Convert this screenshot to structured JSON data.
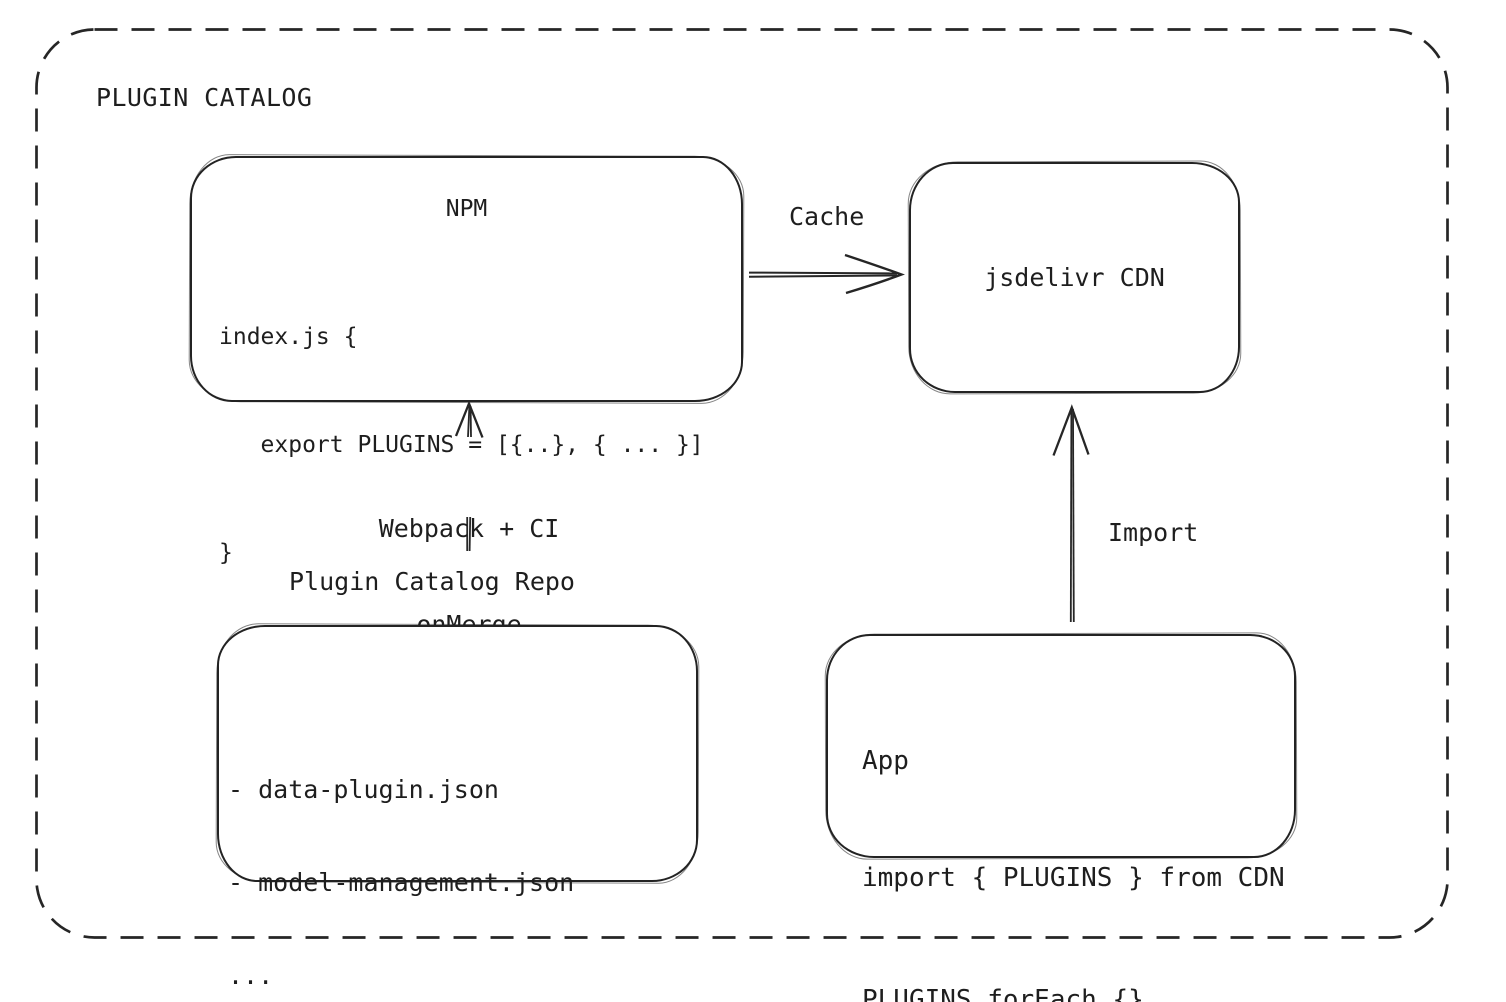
{
  "diagram": {
    "title": "PLUGIN CATALOG"
  },
  "nodes": {
    "npm": {
      "title": "NPM",
      "code_lines": [
        "index.js {",
        "   export PLUGINS = [{..}, { ... }]",
        "}"
      ]
    },
    "cdn": {
      "label": "jsdelivr CDN"
    },
    "repo": {
      "heading": "Plugin Catalog Repo",
      "files": [
        "- data-plugin.json",
        "- model-management.json",
        "..."
      ]
    },
    "app": {
      "title": "App",
      "code_lines": [
        "import { PLUGINS } from CDN",
        "PLUGINS.forEach {}"
      ]
    }
  },
  "edges": {
    "cache": {
      "label": "Cache",
      "from": "NPM",
      "to": "jsdelivr CDN"
    },
    "build": {
      "label_line1": "Webpack + CI",
      "label_line2": "onMerge",
      "from": "Plugin Catalog Repo",
      "to": "NPM"
    },
    "import": {
      "label": "Import",
      "from": "App",
      "to": "jsdelivr CDN"
    }
  },
  "colors": {
    "ink": "#1e1e1e",
    "background": "#ffffff"
  }
}
